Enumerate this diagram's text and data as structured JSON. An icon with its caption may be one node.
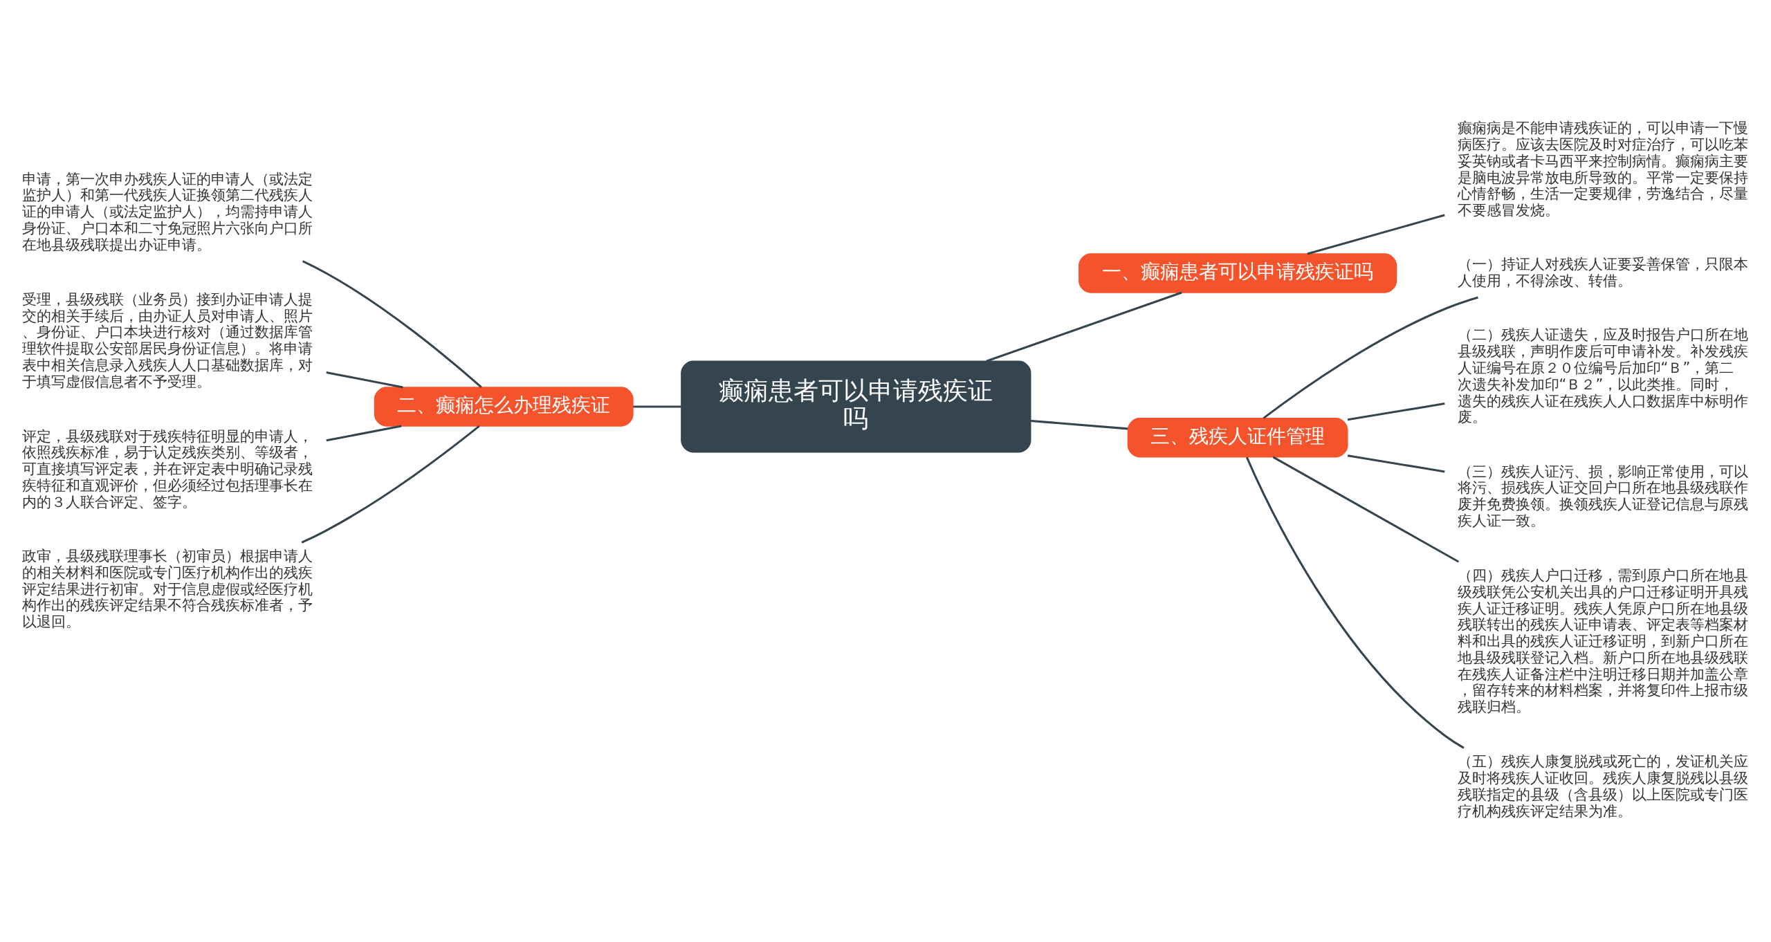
{
  "diagram": {
    "nodes": [
      {
        "text": [
          "癫痫患者可以申请残疾证吗"
        ]
      },
      {
        "text": [
          "一、癫痫患者可以申请残疾证吗"
        ]
      },
      {
        "text": [
          "癫痫病是不能申请残疾证的，可以申请一下慢病医疗。应该去医院及时对症治疗，可以吃苯妥英钠或者卡马西平来控制病情。癫痫病主要是脑电波异常放电所导致的。平常一定要保持心情舒畅，生活一定要规律，劳逸结合，尽量不要感冒发烧。"
        ]
      },
      {
        "text": [
          "二、癫痫怎么办理残疾证"
        ]
      },
      {
        "text": [
          "申请，第一次申办残疾人证的申请人（或法定监护人）和第一代残疾人证换领第二代残疾人证的申请人（或法定监护人），均需持申请人身份证、户口本和二寸免冠照片六张向户口所在地县级残联提出办证申请。"
        ]
      },
      {
        "text": [
          "受理，县级残联（业务员）接到办证申请人提交的相关手续后，由办证人员对申请人、照片、身份证、户口本块进行核对（通过数据库管理软件提取公安部居民身份证信息）。将申请表中相关信息录入残疾人人口基础数据库，对于填写虚假信息者不予受理。"
        ]
      },
      {
        "text": [
          "评定，县级残联对于残疾特征明显的申请人，依照残疾标准，易于认定残疾类别、等级者，可直接填写评定表，并在评定表中明确记录残疾特征和直观评价，但必须经过包括理事长在内的３人联合评定、签字。"
        ]
      },
      {
        "text": [
          "政审，县级残联理事长（初审员）根据申请人的相关材料和医院或专门医疗机构作出的残疾评定结果进行初审。对于信息虚假或经医疗机构作出的残疾评定结果不符合残疾标准者，予以退回。"
        ]
      },
      {
        "text": [
          "三、残疾人证件管理"
        ]
      },
      {
        "text": [
          "（一）持证人对残疾人证要妥善保管，只限本人使用，不得涂改、转借。"
        ]
      },
      {
        "text": [
          "（二）残疾人证遗失，应及时报告户口所在地县级残联，声明作废后可申请补发。补发残疾人证编号在原２０位编号后加印“Ｂ”，第二次遗失补发加印“Ｂ２”，以此类推。同时，遗失的残疾人证在残疾人人口数据库中标明作废。"
        ]
      },
      {
        "text": [
          "（三）残疾人证污、损，影响正常使用，可以将污、损残疾人证交回户口所在地县级残联作废并免费换领。换领残疾人证登记信息与原残疾人证一致。"
        ]
      },
      {
        "text": [
          "（四）残疾人户口迁移，需到原户口所在地县级残联凭公安机关出具的户口迁移证明开具残疾人证迁移证明。残疾人凭原户口所在地县级残联转出的残疾人证申请表、评定表等档案材料和出具的残疾人证迁移证明，到新户口所在地县级残联登记入档。新户口所在地县级残联在残疾人证备注栏中注明迁移日期并加盖公章，留存转来的材料档案，并将复印件上报市级残联归档。"
        ]
      },
      {
        "text": [
          "（五）残疾人康复脱残或死亡的，发证机关应及时将残疾人证收回。残疾人康复脱残以县级残联指定的县级（含县级）以上医院或专门医疗机构残疾评定结果为准。"
        ]
      }
    ],
    "edges": [
      {
        "from": 0,
        "to": 1,
        "arrow": "none"
      },
      {
        "from": 1,
        "to": 2,
        "arrow": "none"
      },
      {
        "from": 0,
        "to": 3,
        "arrow": "none"
      },
      {
        "from": 3,
        "to": 4,
        "arrow": "none"
      },
      {
        "from": 3,
        "to": 5,
        "arrow": "none"
      },
      {
        "from": 3,
        "to": 6,
        "arrow": "none"
      },
      {
        "from": 3,
        "to": 7,
        "arrow": "none"
      },
      {
        "from": 0,
        "to": 8,
        "arrow": "none"
      },
      {
        "from": 8,
        "to": 9,
        "arrow": "none"
      },
      {
        "from": 8,
        "to": 10,
        "arrow": "none"
      },
      {
        "from": 8,
        "to": 11,
        "arrow": "none"
      },
      {
        "from": 8,
        "to": 12,
        "arrow": "none"
      },
      {
        "from": 8,
        "to": 13,
        "arrow": "none"
      }
    ]
  }
}
